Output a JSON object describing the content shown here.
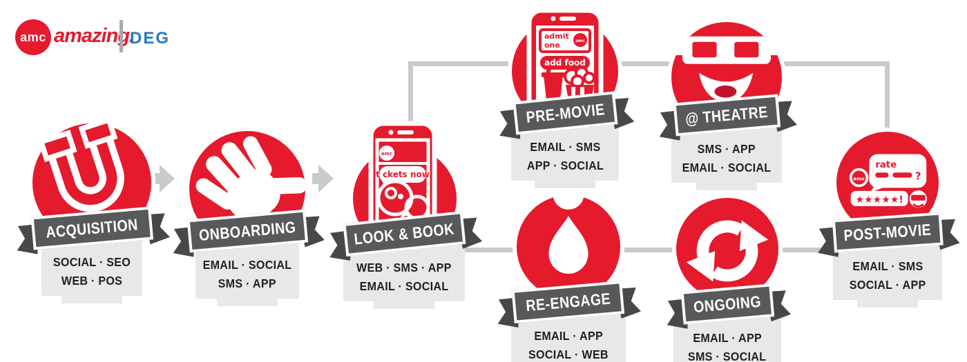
{
  "logo": {
    "amc": "amc",
    "amazing": "amazing.",
    "deg": "DEG",
    "amc_icon": "amc-circle-logo"
  },
  "colors": {
    "red": "#e51a2d",
    "banner_gray": "#58595b",
    "ribbon_tail_gray": "#47484a",
    "channel_box_gray": "#e7e8e9",
    "connector_gray": "#c9cacb",
    "text_black": "#231f20",
    "logo_blue": "#2579bd"
  },
  "nodes": [
    {
      "id": "acquisition",
      "label": "ACQUISITION",
      "line1": "SOCIAL · SEO",
      "line2": "WEB · POS",
      "icon": "magnet-icon"
    },
    {
      "id": "onboarding",
      "label": "ONBOARDING",
      "line1": "EMAIL · SOCIAL",
      "line2": "SMS · APP",
      "icon": "waving-hand-icon"
    },
    {
      "id": "look-book",
      "label": "LOOK & BOOK",
      "line1": "WEB · SMS · APP",
      "line2": "EMAIL · SOCIAL",
      "icon": "phone-tickets-icon",
      "phone": {
        "amc": "amc",
        "button": "tickets now"
      }
    },
    {
      "id": "pre-movie",
      "label": "PRE-MOVIE",
      "line1": "EMAIL · SMS",
      "line2": "APP · SOCIAL",
      "icon": "phone-ticket-food-icon",
      "phone": {
        "ticket_line1": "admit",
        "ticket_line2": "one",
        "amc": "amc",
        "button": "add food"
      }
    },
    {
      "id": "at-theatre",
      "label": "@ THEATRE",
      "line1": "SMS · APP",
      "line2": "EMAIL · SOCIAL",
      "icon": "face-3d-glasses-icon"
    },
    {
      "id": "re-engage",
      "label": "RE-ENGAGE",
      "line1": "EMAIL · APP",
      "line2": "SOCIAL · WEB",
      "icon": "droplet-icon"
    },
    {
      "id": "ongoing",
      "label": "ONGOING",
      "line1": "EMAIL · APP",
      "line2": "SMS · SOCIAL",
      "icon": "refresh-cycle-icon"
    },
    {
      "id": "post-movie",
      "label": "POST-MOVIE",
      "line1": "EMAIL · SMS",
      "line2": "SOCIAL · APP",
      "icon": "rate-chat-icon",
      "chat": {
        "amc": "amc",
        "rate": "rate",
        "question": "?",
        "stars": "★★★★★!"
      }
    }
  ]
}
